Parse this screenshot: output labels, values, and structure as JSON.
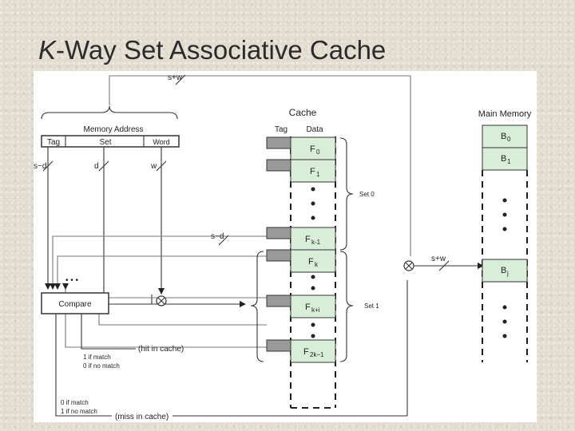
{
  "title": {
    "prefix": "K",
    "rest": "-Way Set Associative Cache"
  },
  "diagram": {
    "top_width": "s+w",
    "memory_address": "Memory Address",
    "fields": {
      "tag": "Tag",
      "set": "Set",
      "word": "Word"
    },
    "widths": {
      "tag": "s−d",
      "set": "d",
      "word": "w",
      "tag_bus": "s−d",
      "mem_bus": "s+w"
    },
    "cache": {
      "title": "Cache",
      "tag_header": "Tag",
      "data_header": "Data"
    },
    "lines": {
      "f0": "F",
      "f0_sub": "0",
      "f1": "F",
      "f1_sub": "1",
      "fk1": "F",
      "fk1_sub": "k-1",
      "fk": "F",
      "fk_sub": "k",
      "fk_1": "F",
      "fk_1_sub": "k+i",
      "f2k": "F",
      "f2k_sub": "2k−1"
    },
    "set0": "Set 0",
    "set1": "Set 1",
    "compare": "Compare",
    "hit": "(hit in cache)",
    "miss": "(miss in cache)",
    "hit_codes": [
      "1 if match",
      "0 if no match"
    ],
    "miss_codes": [
      "0 if match",
      "1 if no match"
    ],
    "main_memory": {
      "title": "Main Memory",
      "b0": "B",
      "b0_sub": "0",
      "b1": "B",
      "b1_sub": "1",
      "bj": "B",
      "bj_sub": "j"
    },
    "ellipsis": "• • •"
  }
}
